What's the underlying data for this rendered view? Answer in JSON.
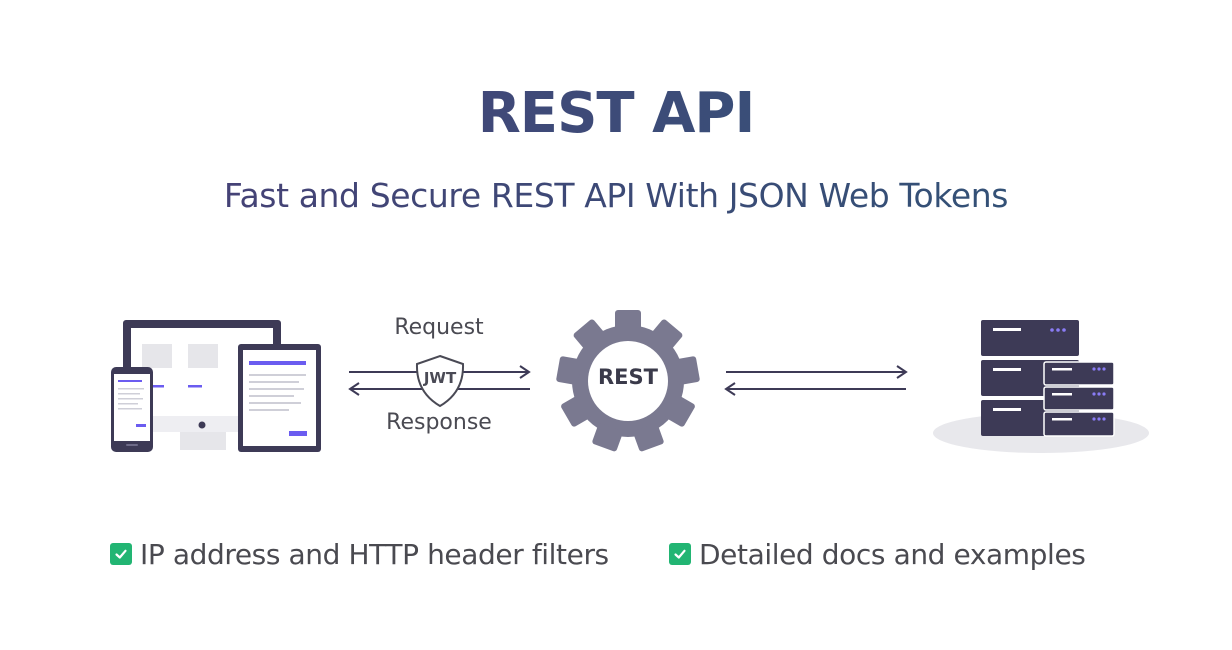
{
  "header": {
    "title": "REST API",
    "subtitle": "Fast and Secure REST API With JSON Web Tokens"
  },
  "diagram": {
    "request_label": "Request",
    "response_label": "Response",
    "token_badge": "JWT",
    "gear_label": "REST",
    "icons": [
      "devices-icon",
      "shield-icon",
      "gear-icon",
      "server-stack-icon"
    ],
    "colors": {
      "device_frame": "#3d3a56",
      "device_accent": "#6b5cf0",
      "gear": "#7a7990",
      "server": "#3d3a56",
      "server_dots": "#8a7cf5",
      "arrow": "#3d3a56"
    }
  },
  "features": [
    {
      "label": "IP address and HTTP header filters",
      "icon": "checkbox-checked-icon"
    },
    {
      "label": "Detailed docs and examples",
      "icon": "checkbox-checked-icon"
    }
  ],
  "accent_colors": {
    "check": "#22b573",
    "title_start": "#4b3f78",
    "title_end": "#2f5778"
  }
}
